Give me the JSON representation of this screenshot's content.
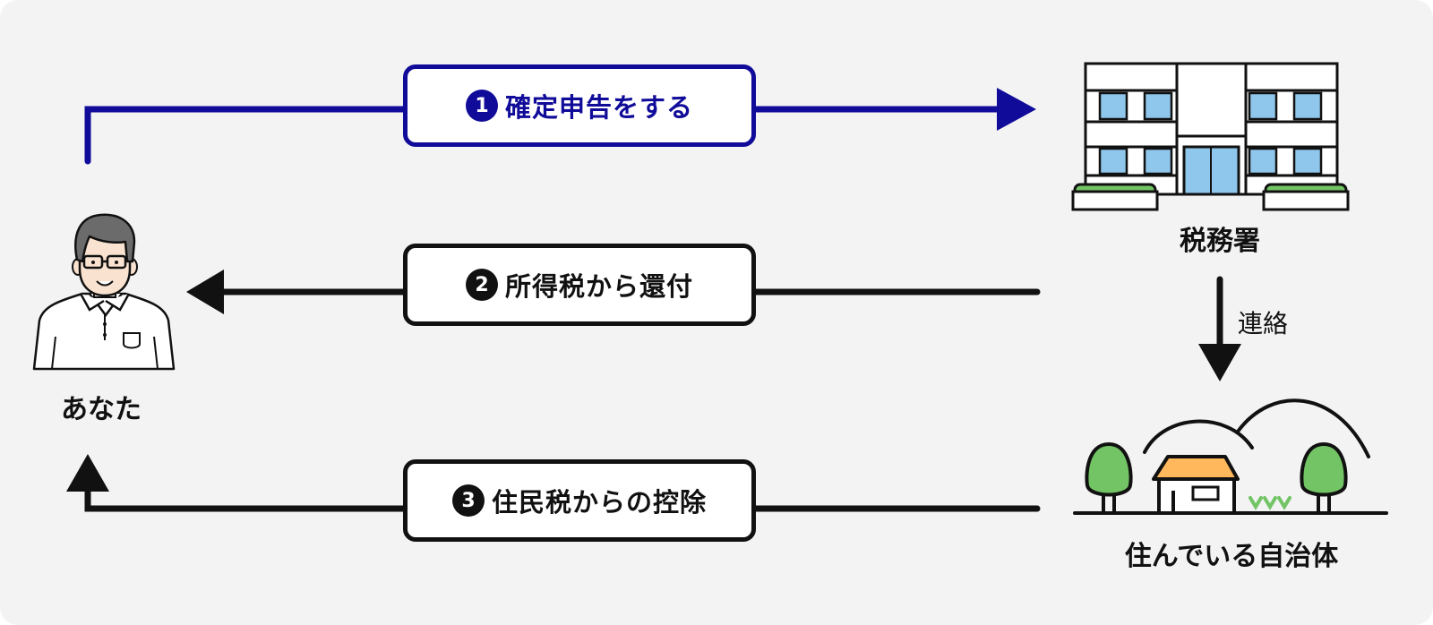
{
  "colors": {
    "background": "#f3f3f3",
    "accent_blue": "#100b99",
    "stroke": "#111111",
    "window_blue": "#8fc6eb",
    "green": "#72c464",
    "roof_orange": "#ffb95c"
  },
  "nodes": {
    "you": {
      "label": "あなた",
      "icon": "person-icon"
    },
    "tax_office": {
      "label": "税務署",
      "icon": "building-icon"
    },
    "municipality": {
      "label": "住んでいる自治体",
      "icon": "town-icon"
    }
  },
  "steps": [
    {
      "number": "1",
      "label": "確定申告をする"
    },
    {
      "number": "2",
      "label": "所得税から還付"
    },
    {
      "number": "3",
      "label": "住民税からの控除"
    }
  ],
  "link": {
    "label": "連絡"
  }
}
